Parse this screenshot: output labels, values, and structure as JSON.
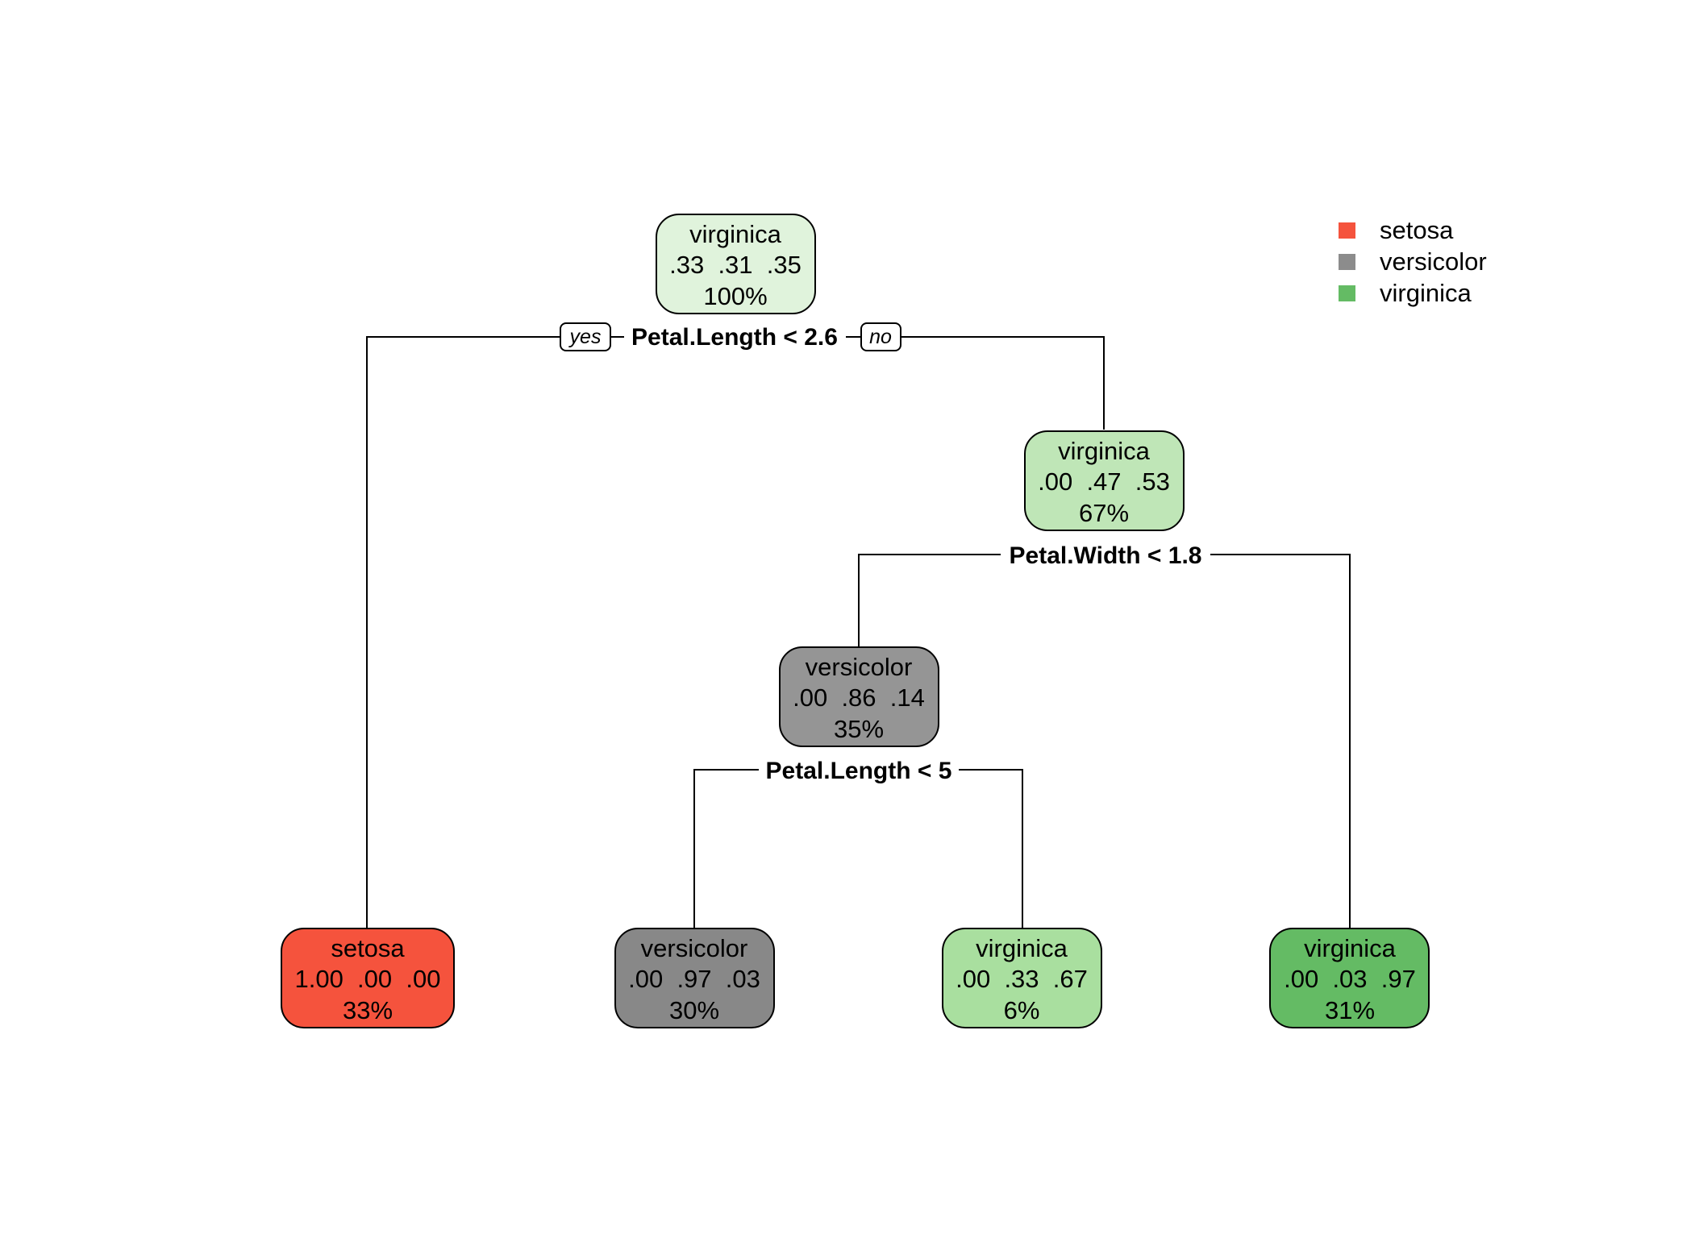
{
  "colors": {
    "setosa": "#f5533d",
    "versicolor": "#8c8c8c",
    "virginica": "#64bb64",
    "n_root": "#e0f3dc",
    "n_right": "#bfe6b7",
    "n_versicolor_mid": "#959595",
    "leaf_setosa": "#f5533d",
    "leaf_versicolor": "#888888",
    "leaf_virginica_light": "#a9df9f",
    "leaf_virginica_dark": "#64bb64"
  },
  "legend": [
    {
      "label": "setosa",
      "color_key": "setosa"
    },
    {
      "label": "versicolor",
      "color_key": "versicolor"
    },
    {
      "label": "virginica",
      "color_key": "virginica"
    }
  ],
  "nodes": {
    "root": {
      "class": "virginica",
      "probs": ".33  .31  .35",
      "pct": "100%"
    },
    "right": {
      "class": "virginica",
      "probs": ".00  .47  .53",
      "pct": "67%"
    },
    "mid": {
      "class": "versicolor",
      "probs": ".00  .86  .14",
      "pct": "35%"
    },
    "leaf1": {
      "class": "setosa",
      "probs": "1.00  .00  .00",
      "pct": "33%"
    },
    "leaf2": {
      "class": "versicolor",
      "probs": ".00  .97  .03",
      "pct": "30%"
    },
    "leaf3": {
      "class": "virginica",
      "probs": ".00  .33  .67",
      "pct": "6%"
    },
    "leaf4": {
      "class": "virginica",
      "probs": ".00  .03  .97",
      "pct": "31%"
    }
  },
  "splits": {
    "root": "Petal.Length < 2.6",
    "right": "Petal.Width < 1.8",
    "mid": "Petal.Length < 5"
  },
  "branch_labels": {
    "yes": "yes",
    "no": "no"
  }
}
